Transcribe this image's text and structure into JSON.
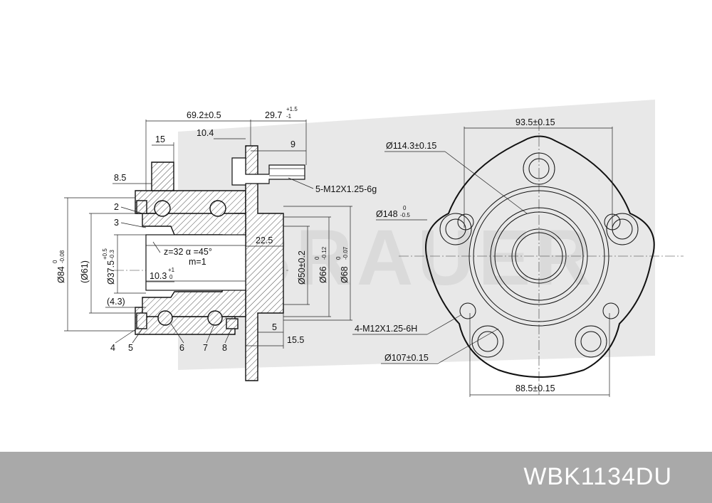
{
  "part_number": "WBK1134DU",
  "watermark": "BRAUER",
  "section_dims": {
    "overall_length": "69.2±0.5",
    "stud_protrusion": "29.7",
    "stud_tol_upper": "+1.5",
    "stud_tol_lower": "-1",
    "d15": "15",
    "d10_4": "10.4",
    "d9": "9",
    "d8_5": "8.5",
    "stud_thread": "5-M12X1.25-6g",
    "d22_5": "22.5",
    "spline": "z=32   α =45°",
    "module": "m=1",
    "d10_3": "10.3",
    "d10_3_tol_upper": "+1",
    "d10_3_tol_lower": "0",
    "d4_3": "(4.3)",
    "d5": "5",
    "d15_5": "15.5",
    "dia84": "Ø84",
    "dia84_tol_upper": "0",
    "dia84_tol_lower": "-0.08",
    "dia61": "(Ø61)",
    "dia37_5": "Ø37.5",
    "dia37_5_tol_upper": "+0.5",
    "dia37_5_tol_lower": "-0.3",
    "dia50": "Ø50±0.2",
    "dia66": "Ø66",
    "dia66_tol_upper": "0",
    "dia66_tol_lower": "-0.12",
    "dia68": "Ø68",
    "dia68_tol_upper": "0",
    "dia68_tol_lower": "-0.07"
  },
  "callouts": [
    "2",
    "3",
    "4",
    "5",
    "6",
    "7",
    "8"
  ],
  "front_dims": {
    "width_top": "93.5±0.15",
    "pcd_studs": "Ø114.3±0.15",
    "flange_dia": "Ø148",
    "flange_tol_upper": "0",
    "flange_tol_lower": "-0.5",
    "bolt_thread": "4-M12X1.25-6H",
    "pcd_bolts": "Ø107±0.15",
    "width_bottom": "88.5±0.15"
  }
}
